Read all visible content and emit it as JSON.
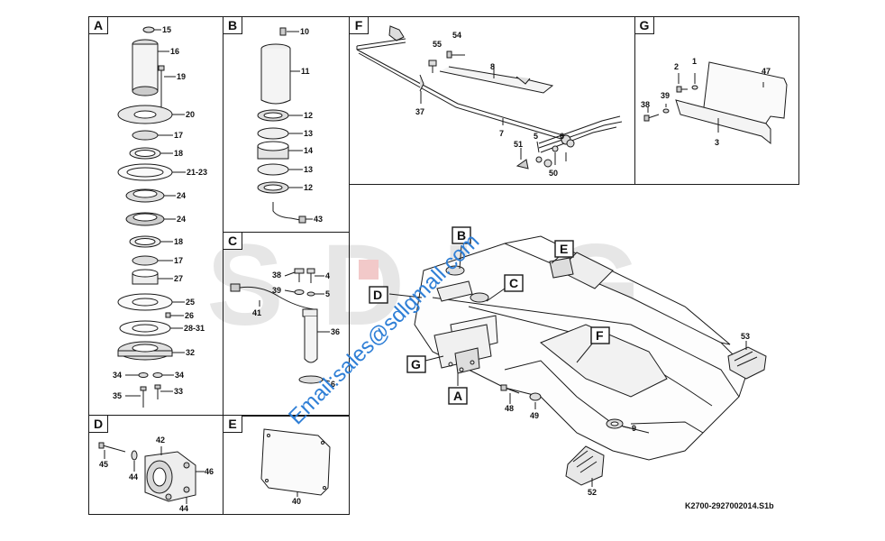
{
  "panels": {
    "A": {
      "label": "A",
      "parts": [
        "15",
        "16",
        "19",
        "20",
        "17",
        "18",
        "21-23",
        "24",
        "24",
        "18",
        "17",
        "27",
        "25",
        "26",
        "28-31",
        "32",
        "34",
        "34",
        "35",
        "33"
      ]
    },
    "B": {
      "label": "B",
      "parts": [
        "10",
        "11",
        "12",
        "13",
        "14",
        "13",
        "12",
        "43"
      ]
    },
    "C": {
      "label": "C",
      "parts": [
        "38",
        "4",
        "39",
        "5",
        "41",
        "36",
        "6"
      ]
    },
    "D": {
      "label": "D",
      "parts": [
        "42",
        "45",
        "44",
        "46",
        "44"
      ]
    },
    "E": {
      "label": "E",
      "parts": [
        "40"
      ]
    },
    "F": {
      "label": "F",
      "parts": [
        "55",
        "54",
        "8",
        "37",
        "7",
        "51",
        "5",
        "6",
        "50"
      ]
    },
    "G": {
      "label": "G",
      "parts": [
        "2",
        "1",
        "47",
        "38",
        "39",
        "3"
      ]
    }
  },
  "main": {
    "callouts": [
      "B",
      "E",
      "D",
      "C",
      "F",
      "G",
      "A"
    ],
    "parts": [
      "53",
      "48",
      "49",
      "9",
      "52"
    ]
  },
  "watermark": {
    "logo": "SDLG",
    "email": "Email:sales@sdlgmall.com"
  },
  "caption": "K2700-2927002014.S1b",
  "colors": {
    "line": "#1a1a1a",
    "watermark_logo": "#e9e9e9",
    "watermark_email": "#2f7fd6"
  }
}
